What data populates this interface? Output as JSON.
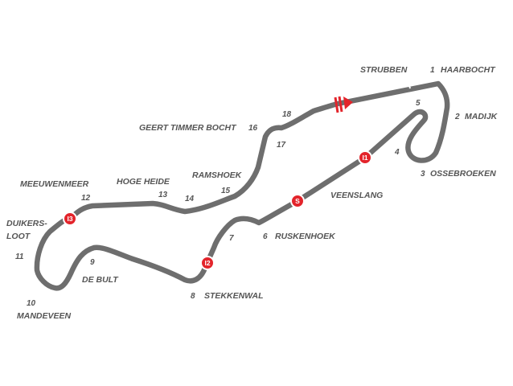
{
  "colors": {
    "track": "#6e6e6e",
    "marker": "#e3242b",
    "text": "#555555",
    "background": "#ffffff"
  },
  "corners": [
    {
      "number": "1",
      "name": "HAARBOCHT"
    },
    {
      "number": "2",
      "name": "MADIJK"
    },
    {
      "number": "3",
      "name": "OSSEBROEKEN"
    },
    {
      "number": "4",
      "name": ""
    },
    {
      "number": "5",
      "name": ""
    },
    {
      "number": "6",
      "name": "RUSKENHOEK"
    },
    {
      "number": "7",
      "name": ""
    },
    {
      "number": "8",
      "name": "STEKKENWAL"
    },
    {
      "number": "9",
      "name": "DE BULT"
    },
    {
      "number": "10",
      "name": "MANDEVEEN"
    },
    {
      "number": "11",
      "name": ""
    },
    {
      "number": "12",
      "name": "MEEUWENMEER"
    },
    {
      "number": "13",
      "name": "HOGE HEIDE"
    },
    {
      "number": "14",
      "name": ""
    },
    {
      "number": "15",
      "name": "RAMSHOEK"
    },
    {
      "number": "16",
      "name": "GEERT TIMMER BOCHT"
    },
    {
      "number": "17",
      "name": ""
    },
    {
      "number": "18",
      "name": ""
    }
  ],
  "labels": {
    "strubben": "STRUBBEN",
    "veenslang": "VEENSLANG",
    "duikersloot_line1": "DUIKERS-",
    "duikersloot_line2": "LOOT"
  },
  "markers": {
    "intermediate_1": "I1",
    "intermediate_2": "I2",
    "intermediate_3": "I3",
    "speed_trap": "S"
  }
}
